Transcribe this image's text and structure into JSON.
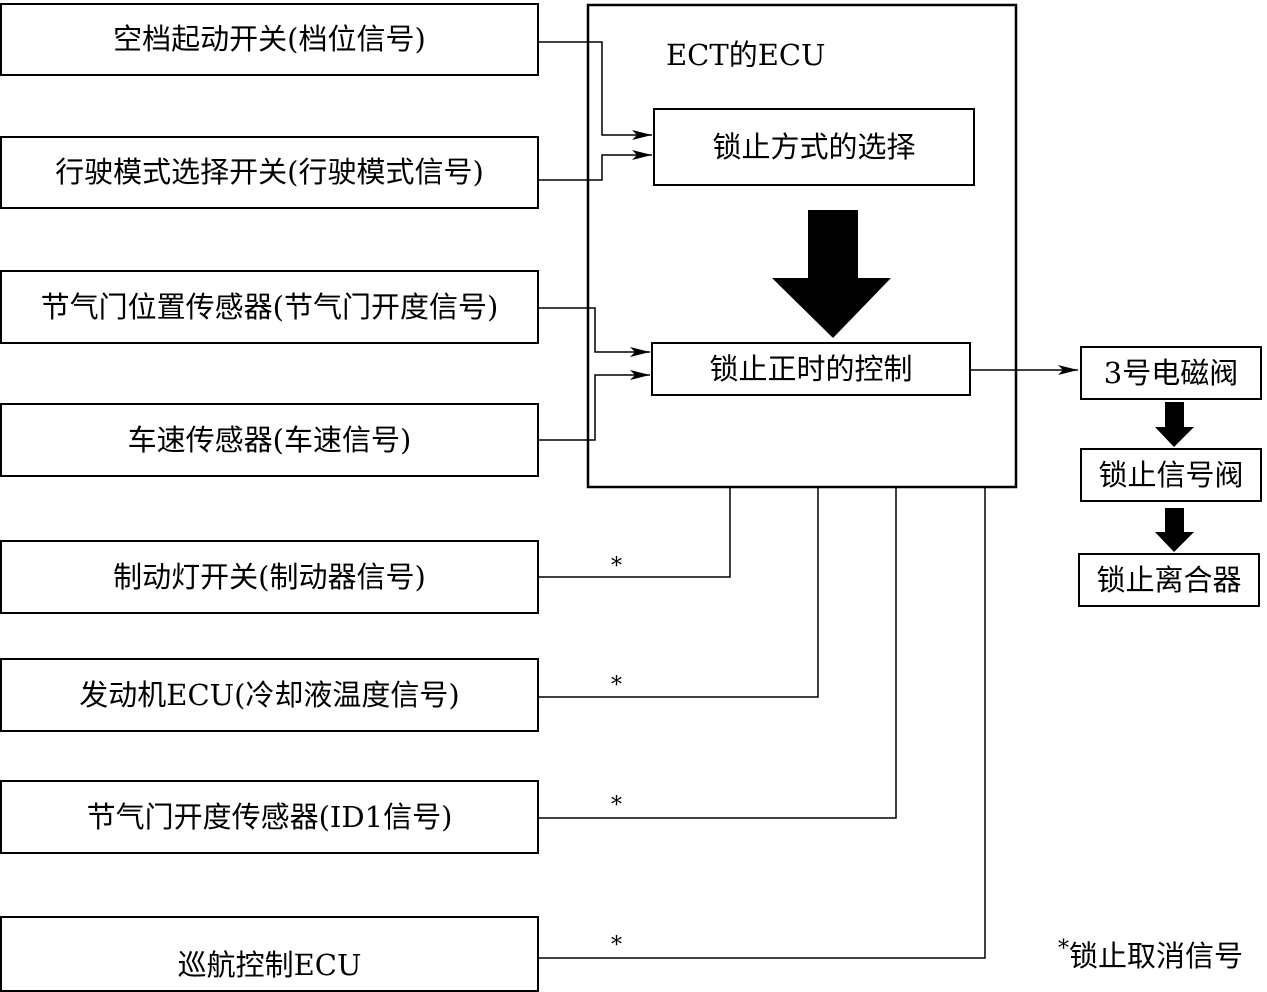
{
  "ecu": {
    "title": "ECT的ECU",
    "lockup_method_selection": "锁止方式的选择",
    "lockup_timing_control": "锁止正时的控制"
  },
  "inputs": [
    {
      "id": "neutral-start-switch",
      "label": "空档起动开关(档位信号)"
    },
    {
      "id": "drive-mode-switch",
      "label": "行驶模式选择开关(行驶模式信号)"
    },
    {
      "id": "throttle-position-sensor",
      "label": "节气门位置传感器(节气门开度信号)"
    },
    {
      "id": "vehicle-speed-sensor",
      "label": "车速传感器(车速信号)"
    },
    {
      "id": "brake-light-switch",
      "label": "制动灯开关(制动器信号)"
    },
    {
      "id": "engine-ecu",
      "label": "发动机ECU(冷却液温度信号)"
    },
    {
      "id": "throttle-opening-sensor",
      "label": "节气门开度传感器(ID1信号)"
    },
    {
      "id": "cruise-control-ecu",
      "label": "巡航控制ECU"
    }
  ],
  "outputs": [
    {
      "id": "solenoid-valve-3",
      "label": "3号电磁阀"
    },
    {
      "id": "lockup-signal-valve",
      "label": "锁止信号阀"
    },
    {
      "id": "lockup-clutch",
      "label": "锁止离合器"
    }
  ],
  "cancel_marker": "*",
  "footnote": {
    "marker": "*",
    "text": "锁止取消信号"
  }
}
